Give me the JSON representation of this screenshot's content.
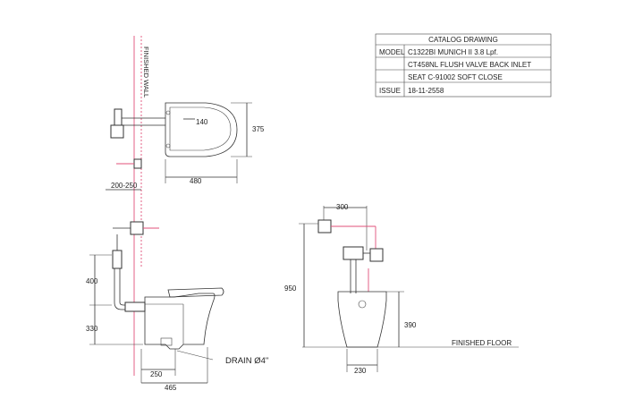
{
  "title_block": {
    "header": "CATALOG DRAWING",
    "rows": [
      {
        "label": "MODEL",
        "value": "C1322BI MUNICH II 3.8 Lpf."
      },
      {
        "label": "",
        "value": "CT458NL FLUSH VALVE BACK INLET"
      },
      {
        "label": "",
        "value": "SEAT C-91002 SOFT CLOSE"
      },
      {
        "label": "ISSUE",
        "value": "18-11-2558"
      }
    ]
  },
  "labels": {
    "finished_wall": "FINISHED WALL",
    "finished_floor": "FINISHED FLOOR",
    "drain": "DRAIN Ø4\""
  },
  "dimensions": {
    "d140": "140",
    "d375": "375",
    "d480": "480",
    "d200_250": "200-250",
    "d400": "400",
    "d330": "330",
    "d250": "250",
    "d465": "465",
    "d300": "300",
    "d950": "950",
    "d390": "390",
    "d230": "230"
  },
  "colors": {
    "accent": "#e0507a",
    "line": "#333333"
  }
}
